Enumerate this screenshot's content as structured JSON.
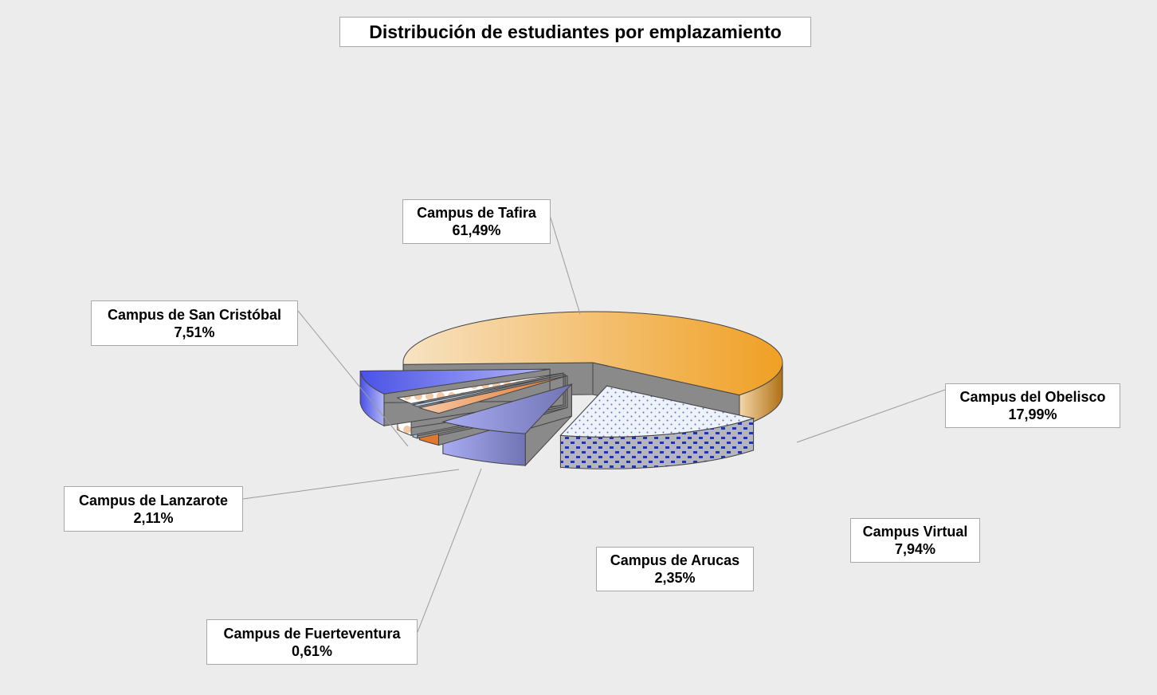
{
  "chart_data": {
    "type": "pie",
    "title": "Distribución de estudiantes por emplazamiento",
    "slices": [
      {
        "name": "Campus de Tafira",
        "value": 61.49,
        "label": "61,49%"
      },
      {
        "name": "Campus del Obelisco",
        "value": 17.99,
        "label": "17,99%"
      },
      {
        "name": "Campus Virtual",
        "value": 7.94,
        "label": "7,94%"
      },
      {
        "name": "Campus de Arucas",
        "value": 2.35,
        "label": "2,35%"
      },
      {
        "name": "Campus de Fuerteventura",
        "value": 0.61,
        "label": "0,61%"
      },
      {
        "name": "Campus de Lanzarote",
        "value": 2.11,
        "label": "2,11%"
      },
      {
        "name": "Campus de San Cristóbal",
        "value": 7.51,
        "label": "7,51%"
      }
    ],
    "three_d": true,
    "exploded": true,
    "legend": "none"
  },
  "colors": {
    "background": "#ececec",
    "tafira": "#f2a531",
    "obelisco": "#e6ecf7",
    "virtual": "#9b9fe8",
    "arucas": "#e2782f",
    "fuerteventura": "#b9d3ee",
    "lanzarote": "#f2c9a6",
    "san_cristobal": "#6068e8",
    "side": "#8a8a8a"
  }
}
